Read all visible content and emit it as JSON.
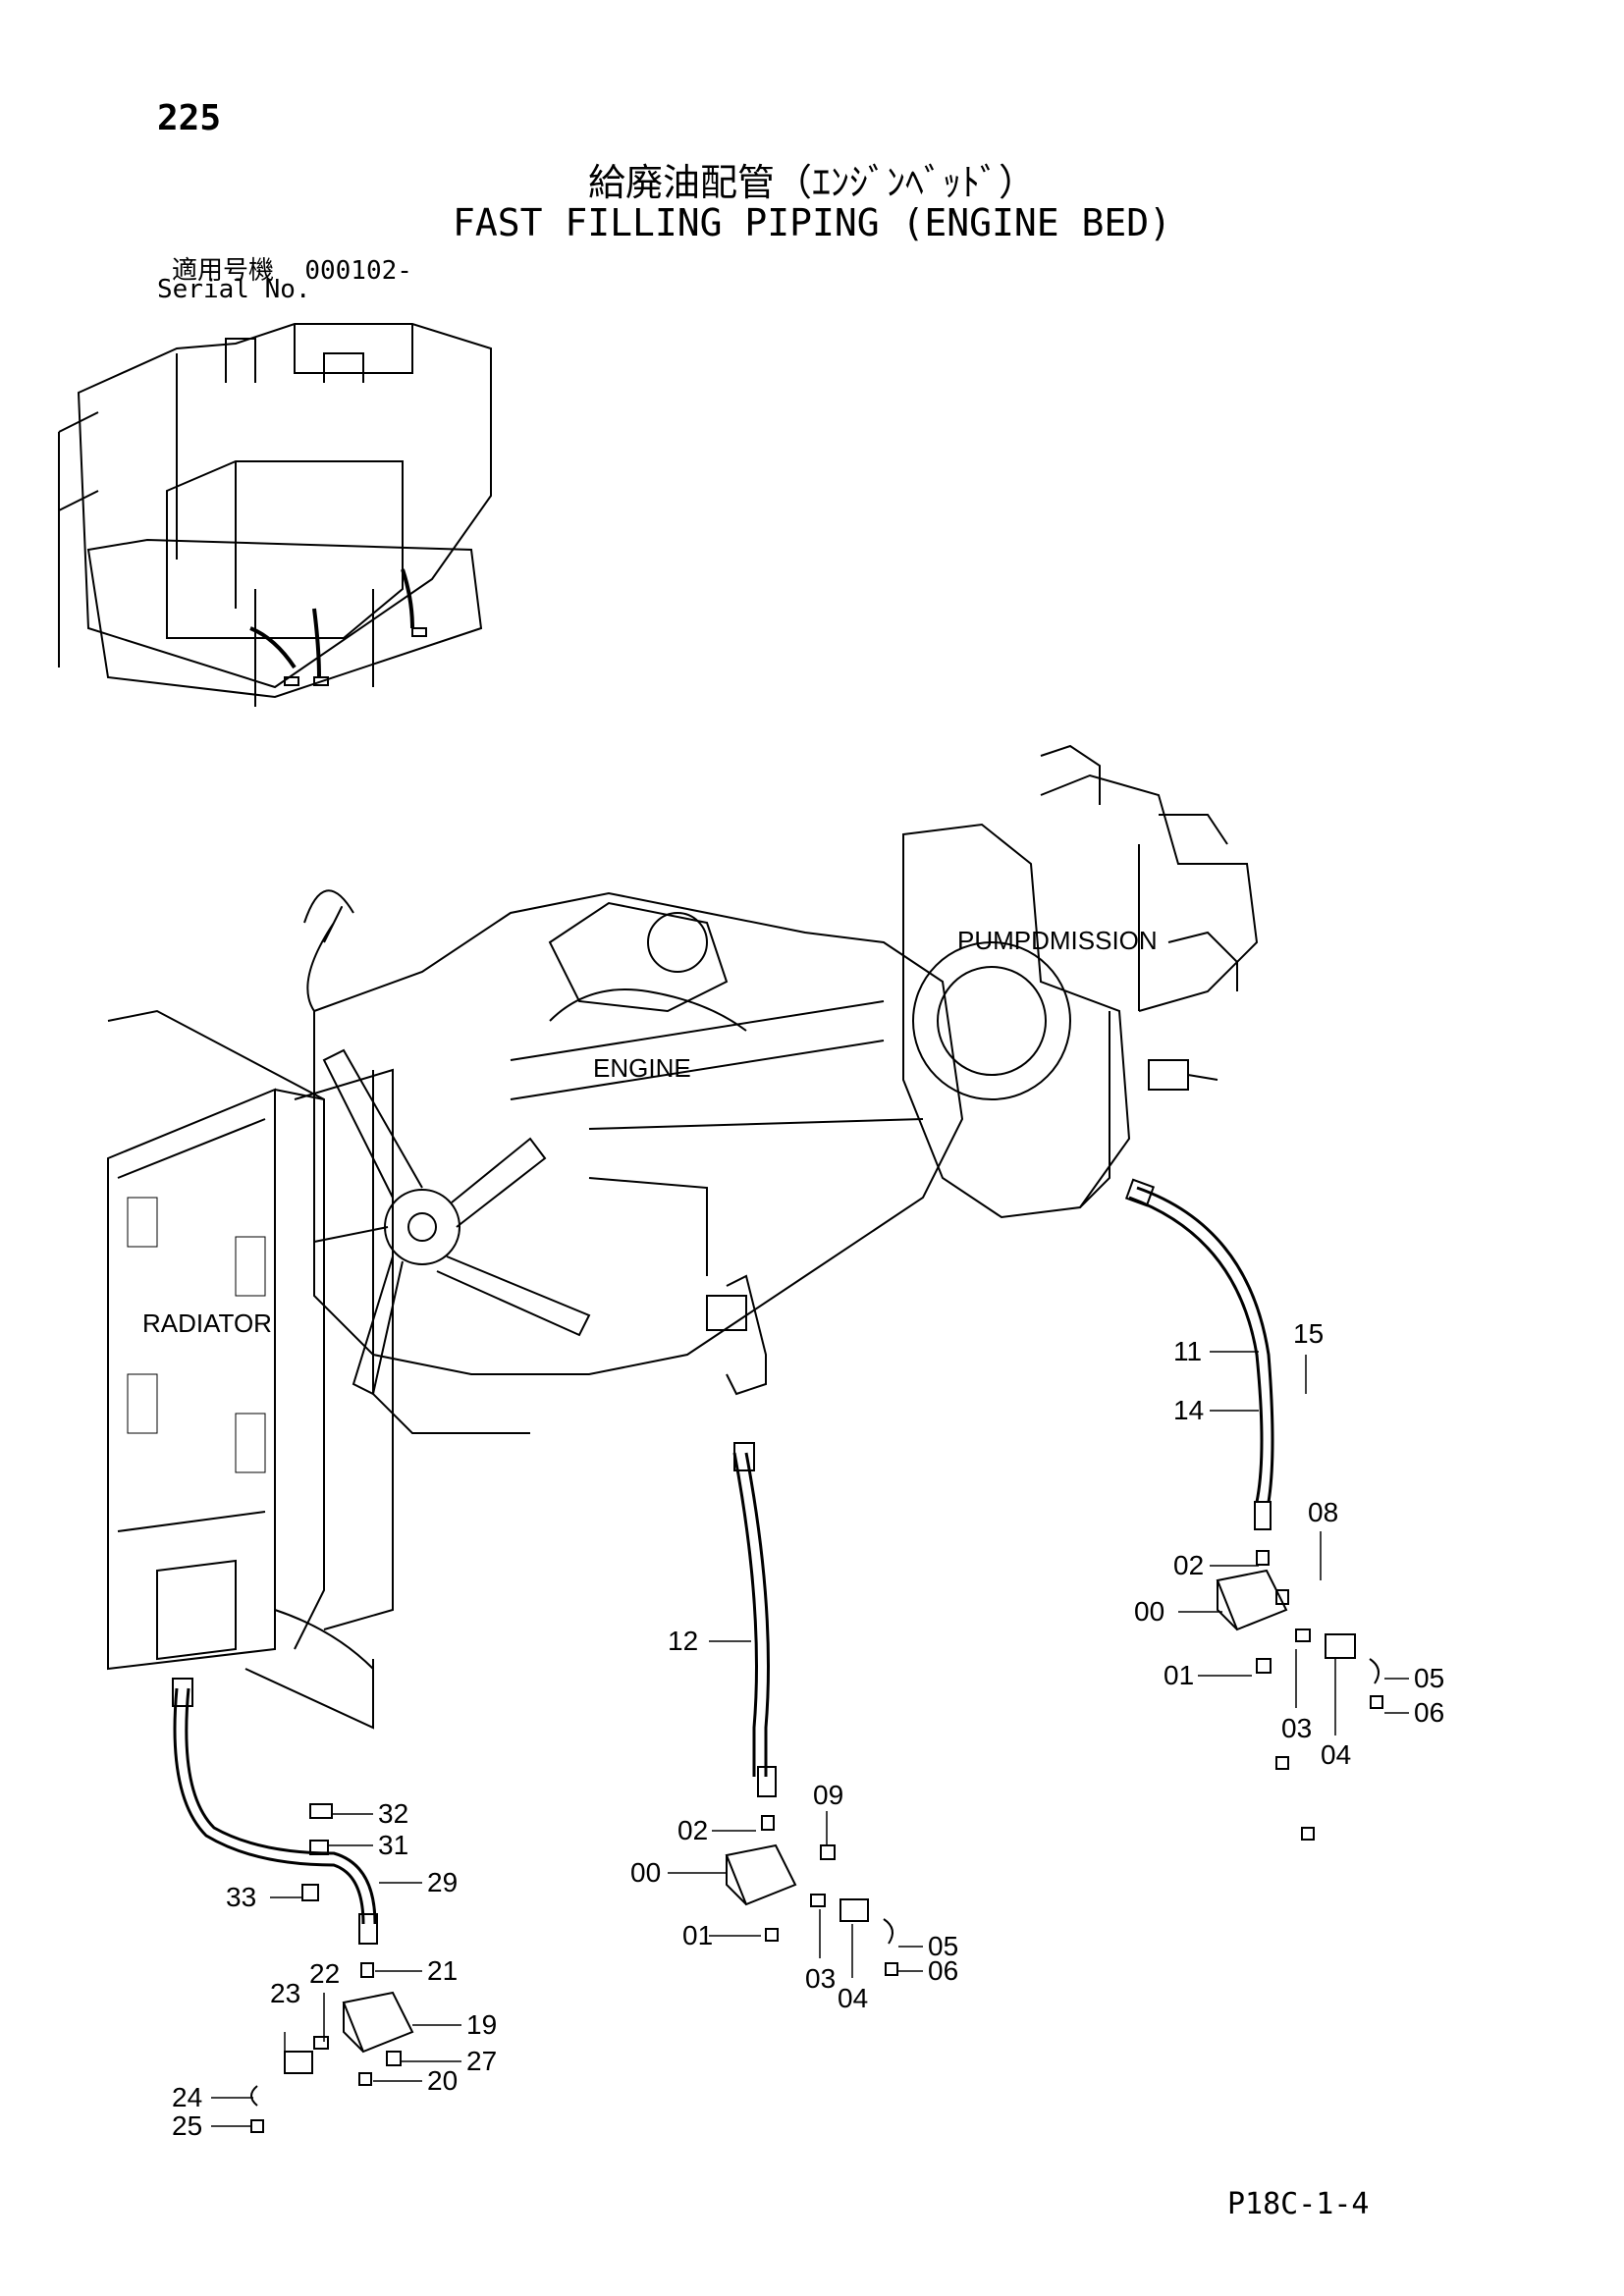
{
  "header": {
    "page_number": "225",
    "title_jp": "給廃油配管（ｴﾝｼﾞﾝﾍﾞｯﾄﾞ）",
    "title_en": "FAST FILLING PIPING (ENGINE BED)",
    "serial_label_jp": "適用号機",
    "serial_value": "000102-",
    "serial_label_en": "Serial No."
  },
  "components": {
    "pump": "PUMPDMISSION",
    "engine": "ENGINE",
    "radiator": "RADIATOR"
  },
  "callouts": {
    "right": [
      "11",
      "15",
      "14",
      "08",
      "02",
      "00",
      "01",
      "03",
      "04",
      "05",
      "06"
    ],
    "middle": [
      "12",
      "09",
      "02",
      "00",
      "01",
      "03",
      "04",
      "05",
      "06"
    ],
    "left": [
      "32",
      "31",
      "29",
      "33",
      "22",
      "21",
      "23",
      "19",
      "27",
      "20",
      "24",
      "25"
    ]
  },
  "footer": {
    "drawing_code": "P18C-1-4"
  }
}
